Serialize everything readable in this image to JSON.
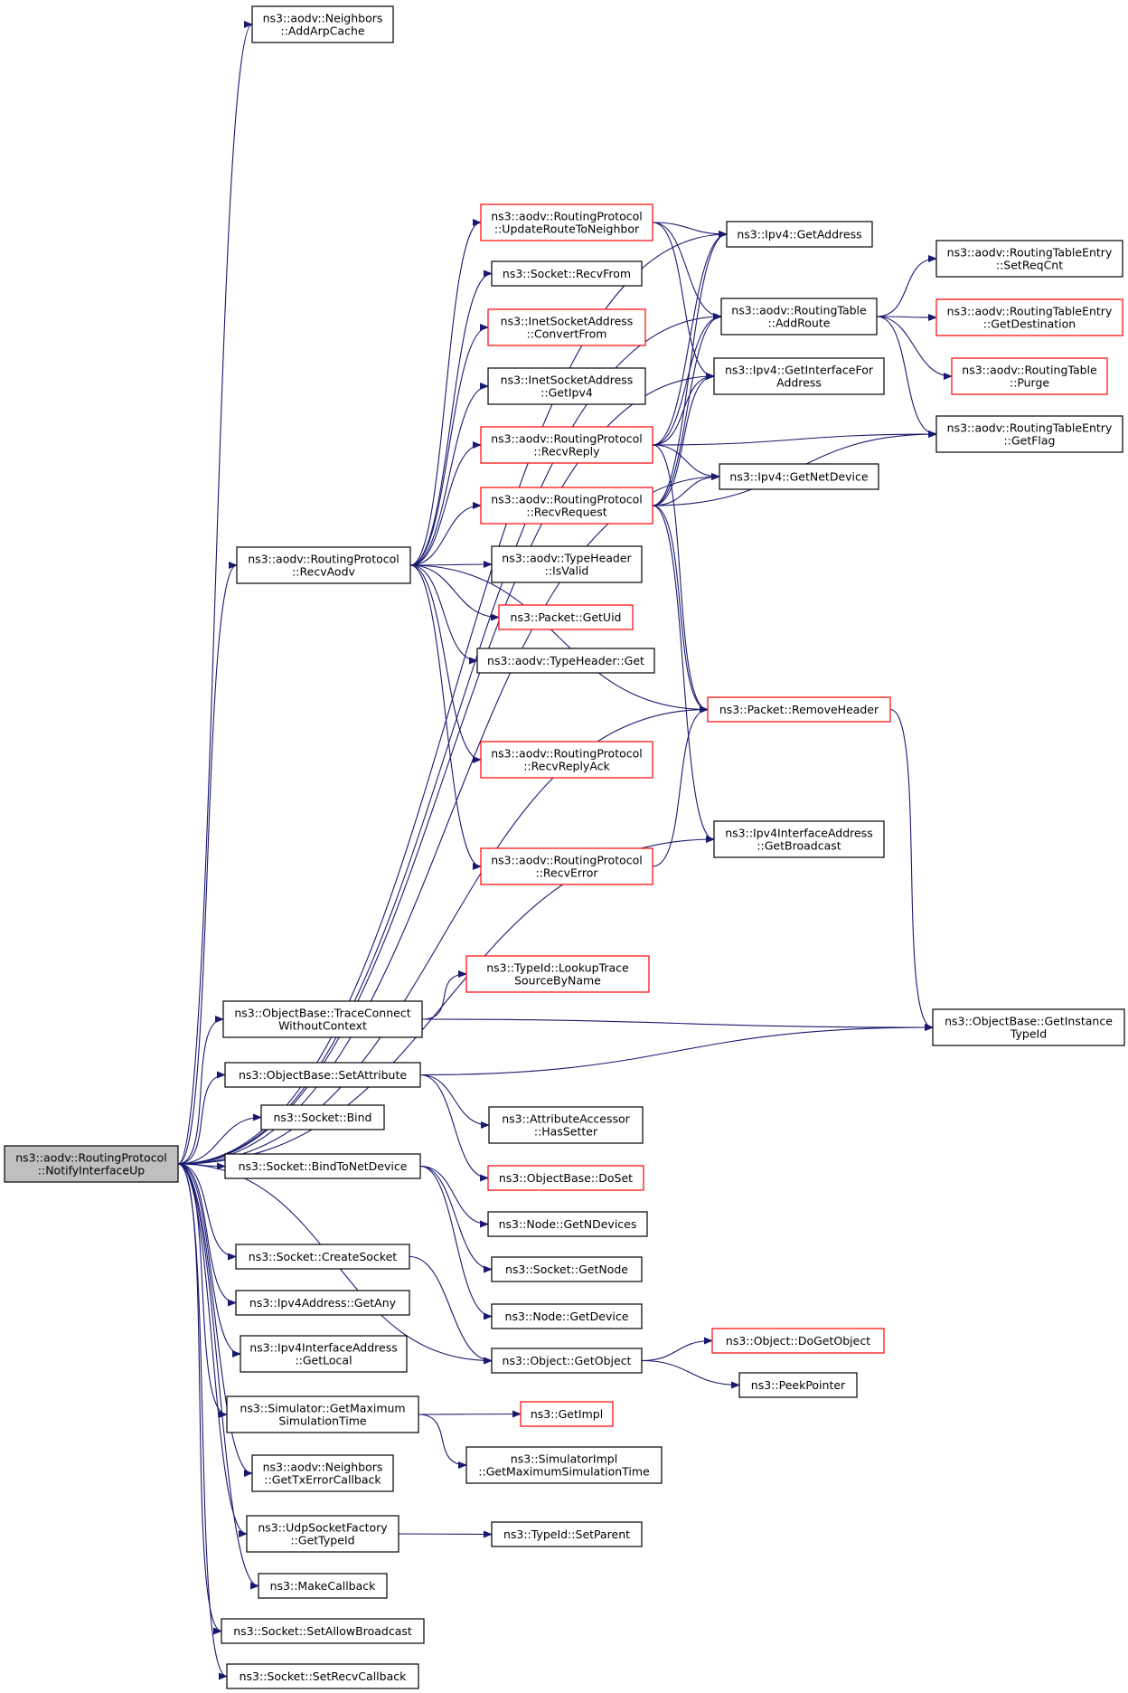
{
  "colors": {
    "edge": "#191970",
    "focus_fill": "#bfbfbf",
    "normal_border": "#000000",
    "truncated_border": "#ff0000"
  },
  "nodes": [
    {
      "id": "notify",
      "lines": [
        "ns3::aodv::RoutingProtocol",
        "::NotifyInterfaceUp"
      ],
      "style": "focus"
    },
    {
      "id": "addarp",
      "lines": [
        "ns3::aodv::Neighbors",
        "::AddArpCache"
      ],
      "style": "normal"
    },
    {
      "id": "recvaodv",
      "lines": [
        "ns3::aodv::RoutingProtocol",
        "::RecvAodv"
      ],
      "style": "normal"
    },
    {
      "id": "updroute",
      "lines": [
        "ns3::aodv::RoutingProtocol",
        "::UpdateRouteToNeighbor"
      ],
      "style": "truncated"
    },
    {
      "id": "recvfrom",
      "lines": [
        "ns3::Socket::RecvFrom"
      ],
      "style": "normal"
    },
    {
      "id": "convfrom",
      "lines": [
        "ns3::InetSocketAddress",
        "::ConvertFrom"
      ],
      "style": "truncated"
    },
    {
      "id": "getipv4",
      "lines": [
        "ns3::InetSocketAddress",
        "::GetIpv4"
      ],
      "style": "normal"
    },
    {
      "id": "recvreply",
      "lines": [
        "ns3::aodv::RoutingProtocol",
        "::RecvReply"
      ],
      "style": "truncated"
    },
    {
      "id": "recvreq",
      "lines": [
        "ns3::aodv::RoutingProtocol",
        "::RecvRequest"
      ],
      "style": "truncated"
    },
    {
      "id": "isvalid",
      "lines": [
        "ns3::aodv::TypeHeader",
        "::IsValid"
      ],
      "style": "normal"
    },
    {
      "id": "getuid",
      "lines": [
        "ns3::Packet::GetUid"
      ],
      "style": "truncated"
    },
    {
      "id": "thget",
      "lines": [
        "ns3::aodv::TypeHeader::Get"
      ],
      "style": "normal"
    },
    {
      "id": "recvreplyack",
      "lines": [
        "ns3::aodv::RoutingProtocol",
        "::RecvReplyAck"
      ],
      "style": "truncated"
    },
    {
      "id": "recverror",
      "lines": [
        "ns3::aodv::RoutingProtocol",
        "::RecvError"
      ],
      "style": "truncated"
    },
    {
      "id": "getaddress",
      "lines": [
        "ns3::Ipv4::GetAddress"
      ],
      "style": "normal"
    },
    {
      "id": "addroute",
      "lines": [
        "ns3::aodv::RoutingTable",
        "::AddRoute"
      ],
      "style": "normal"
    },
    {
      "id": "getiffor",
      "lines": [
        "ns3::Ipv4::GetInterfaceFor",
        "Address"
      ],
      "style": "normal"
    },
    {
      "id": "getnetdev",
      "lines": [
        "ns3::Ipv4::GetNetDevice"
      ],
      "style": "normal"
    },
    {
      "id": "removeheader",
      "lines": [
        "ns3::Packet::RemoveHeader"
      ],
      "style": "truncated"
    },
    {
      "id": "getbcast",
      "lines": [
        "ns3::Ipv4InterfaceAddress",
        "::GetBroadcast"
      ],
      "style": "normal"
    },
    {
      "id": "setreqcnt",
      "lines": [
        "ns3::aodv::RoutingTableEntry",
        "::SetReqCnt"
      ],
      "style": "normal"
    },
    {
      "id": "getdest",
      "lines": [
        "ns3::aodv::RoutingTableEntry",
        "::GetDestination"
      ],
      "style": "truncated"
    },
    {
      "id": "purge",
      "lines": [
        "ns3::aodv::RoutingTable",
        "::Purge"
      ],
      "style": "truncated"
    },
    {
      "id": "getflag",
      "lines": [
        "ns3::aodv::RoutingTableEntry",
        "::GetFlag"
      ],
      "style": "normal"
    },
    {
      "id": "traceconn",
      "lines": [
        "ns3::ObjectBase::TraceConnect",
        "WithoutContext"
      ],
      "style": "normal"
    },
    {
      "id": "lookuptrace",
      "lines": [
        "ns3::TypeId::LookupTrace",
        "SourceByName"
      ],
      "style": "truncated"
    },
    {
      "id": "getinst",
      "lines": [
        "ns3::ObjectBase::GetInstance",
        "TypeId"
      ],
      "style": "normal"
    },
    {
      "id": "setattr",
      "lines": [
        "ns3::ObjectBase::SetAttribute"
      ],
      "style": "normal"
    },
    {
      "id": "hassetter",
      "lines": [
        "ns3::AttributeAccessor",
        "::HasSetter"
      ],
      "style": "normal"
    },
    {
      "id": "doset",
      "lines": [
        "ns3::ObjectBase::DoSet"
      ],
      "style": "truncated"
    },
    {
      "id": "sockbind",
      "lines": [
        "ns3::Socket::Bind"
      ],
      "style": "normal"
    },
    {
      "id": "bindnetdev",
      "lines": [
        "ns3::Socket::BindToNetDevice"
      ],
      "style": "normal"
    },
    {
      "id": "getndev",
      "lines": [
        "ns3::Node::GetNDevices"
      ],
      "style": "normal"
    },
    {
      "id": "sockgetnode",
      "lines": [
        "ns3::Socket::GetNode"
      ],
      "style": "normal"
    },
    {
      "id": "nodegetdev",
      "lines": [
        "ns3::Node::GetDevice"
      ],
      "style": "normal"
    },
    {
      "id": "createsock",
      "lines": [
        "ns3::Socket::CreateSocket"
      ],
      "style": "normal"
    },
    {
      "id": "getobject",
      "lines": [
        "ns3::Object::GetObject"
      ],
      "style": "normal"
    },
    {
      "id": "dogetobj",
      "lines": [
        "ns3::Object::DoGetObject"
      ],
      "style": "truncated"
    },
    {
      "id": "peekptr",
      "lines": [
        "ns3::PeekPointer"
      ],
      "style": "normal"
    },
    {
      "id": "getany",
      "lines": [
        "ns3::Ipv4Address::GetAny"
      ],
      "style": "normal"
    },
    {
      "id": "getlocal",
      "lines": [
        "ns3::Ipv4InterfaceAddress",
        "::GetLocal"
      ],
      "style": "normal"
    },
    {
      "id": "getmaxsim",
      "lines": [
        "ns3::Simulator::GetMaximum",
        "SimulationTime"
      ],
      "style": "normal"
    },
    {
      "id": "getimpl",
      "lines": [
        "ns3::GetImpl"
      ],
      "style": "truncated"
    },
    {
      "id": "simimpl",
      "lines": [
        "ns3::SimulatorImpl",
        "::GetMaximumSimulationTime"
      ],
      "style": "normal"
    },
    {
      "id": "gettxerr",
      "lines": [
        "ns3::aodv::Neighbors",
        "::GetTxErrorCallback"
      ],
      "style": "normal"
    },
    {
      "id": "udpfact",
      "lines": [
        "ns3::UdpSocketFactory",
        "::GetTypeId"
      ],
      "style": "normal"
    },
    {
      "id": "setparent",
      "lines": [
        "ns3::TypeId::SetParent"
      ],
      "style": "normal"
    },
    {
      "id": "makecb",
      "lines": [
        "ns3::MakeCallback"
      ],
      "style": "normal"
    },
    {
      "id": "setallowb",
      "lines": [
        "ns3::Socket::SetAllowBroadcast"
      ],
      "style": "normal"
    },
    {
      "id": "setrecvcb",
      "lines": [
        "ns3::Socket::SetRecvCallback"
      ],
      "style": "normal"
    }
  ],
  "edges": [
    [
      "notify",
      "addarp"
    ],
    [
      "notify",
      "getaddress"
    ],
    [
      "notify",
      "addroute"
    ],
    [
      "notify",
      "getiffor"
    ],
    [
      "notify",
      "recvaodv"
    ],
    [
      "notify",
      "getnetdev"
    ],
    [
      "notify",
      "removeheader"
    ],
    [
      "notify",
      "getbcast"
    ],
    [
      "notify",
      "traceconn"
    ],
    [
      "notify",
      "setattr"
    ],
    [
      "notify",
      "sockbind"
    ],
    [
      "notify",
      "bindnetdev"
    ],
    [
      "notify",
      "getobject"
    ],
    [
      "notify",
      "createsock"
    ],
    [
      "notify",
      "getany"
    ],
    [
      "notify",
      "getlocal"
    ],
    [
      "notify",
      "getmaxsim"
    ],
    [
      "notify",
      "gettxerr"
    ],
    [
      "notify",
      "udpfact"
    ],
    [
      "notify",
      "makecb"
    ],
    [
      "notify",
      "setallowb"
    ],
    [
      "notify",
      "setrecvcb"
    ],
    [
      "recvaodv",
      "updroute"
    ],
    [
      "recvaodv",
      "recvfrom"
    ],
    [
      "recvaodv",
      "convfrom"
    ],
    [
      "recvaodv",
      "getipv4"
    ],
    [
      "recvaodv",
      "recvreply"
    ],
    [
      "recvaodv",
      "recvreq"
    ],
    [
      "recvaodv",
      "isvalid"
    ],
    [
      "recvaodv",
      "getuid"
    ],
    [
      "recvaodv",
      "thget"
    ],
    [
      "recvaodv",
      "removeheader"
    ],
    [
      "recvaodv",
      "recvreplyack"
    ],
    [
      "recvaodv",
      "recverror"
    ],
    [
      "updroute",
      "getaddress"
    ],
    [
      "updroute",
      "addroute"
    ],
    [
      "updroute",
      "getiffor"
    ],
    [
      "recvreply",
      "getaddress"
    ],
    [
      "recvreply",
      "addroute"
    ],
    [
      "recvreply",
      "getiffor"
    ],
    [
      "recvreply",
      "getnetdev"
    ],
    [
      "recvreply",
      "getflag"
    ],
    [
      "recvreply",
      "removeheader"
    ],
    [
      "recvreq",
      "getaddress"
    ],
    [
      "recvreq",
      "addroute"
    ],
    [
      "recvreq",
      "getiffor"
    ],
    [
      "recvreq",
      "getnetdev"
    ],
    [
      "recvreq",
      "getflag"
    ],
    [
      "recvreq",
      "removeheader"
    ],
    [
      "recvreq",
      "getbcast"
    ],
    [
      "recverror",
      "removeheader"
    ],
    [
      "addroute",
      "setreqcnt"
    ],
    [
      "addroute",
      "getdest"
    ],
    [
      "addroute",
      "purge"
    ],
    [
      "addroute",
      "getflag"
    ],
    [
      "removeheader",
      "getinst"
    ],
    [
      "traceconn",
      "lookuptrace"
    ],
    [
      "traceconn",
      "getinst"
    ],
    [
      "setattr",
      "getinst"
    ],
    [
      "setattr",
      "hassetter"
    ],
    [
      "setattr",
      "doset"
    ],
    [
      "bindnetdev",
      "getndev"
    ],
    [
      "bindnetdev",
      "sockgetnode"
    ],
    [
      "bindnetdev",
      "nodegetdev"
    ],
    [
      "createsock",
      "getobject"
    ],
    [
      "getobject",
      "dogetobj"
    ],
    [
      "getobject",
      "peekptr"
    ],
    [
      "getmaxsim",
      "getimpl"
    ],
    [
      "getmaxsim",
      "simimpl"
    ],
    [
      "udpfact",
      "setparent"
    ]
  ]
}
